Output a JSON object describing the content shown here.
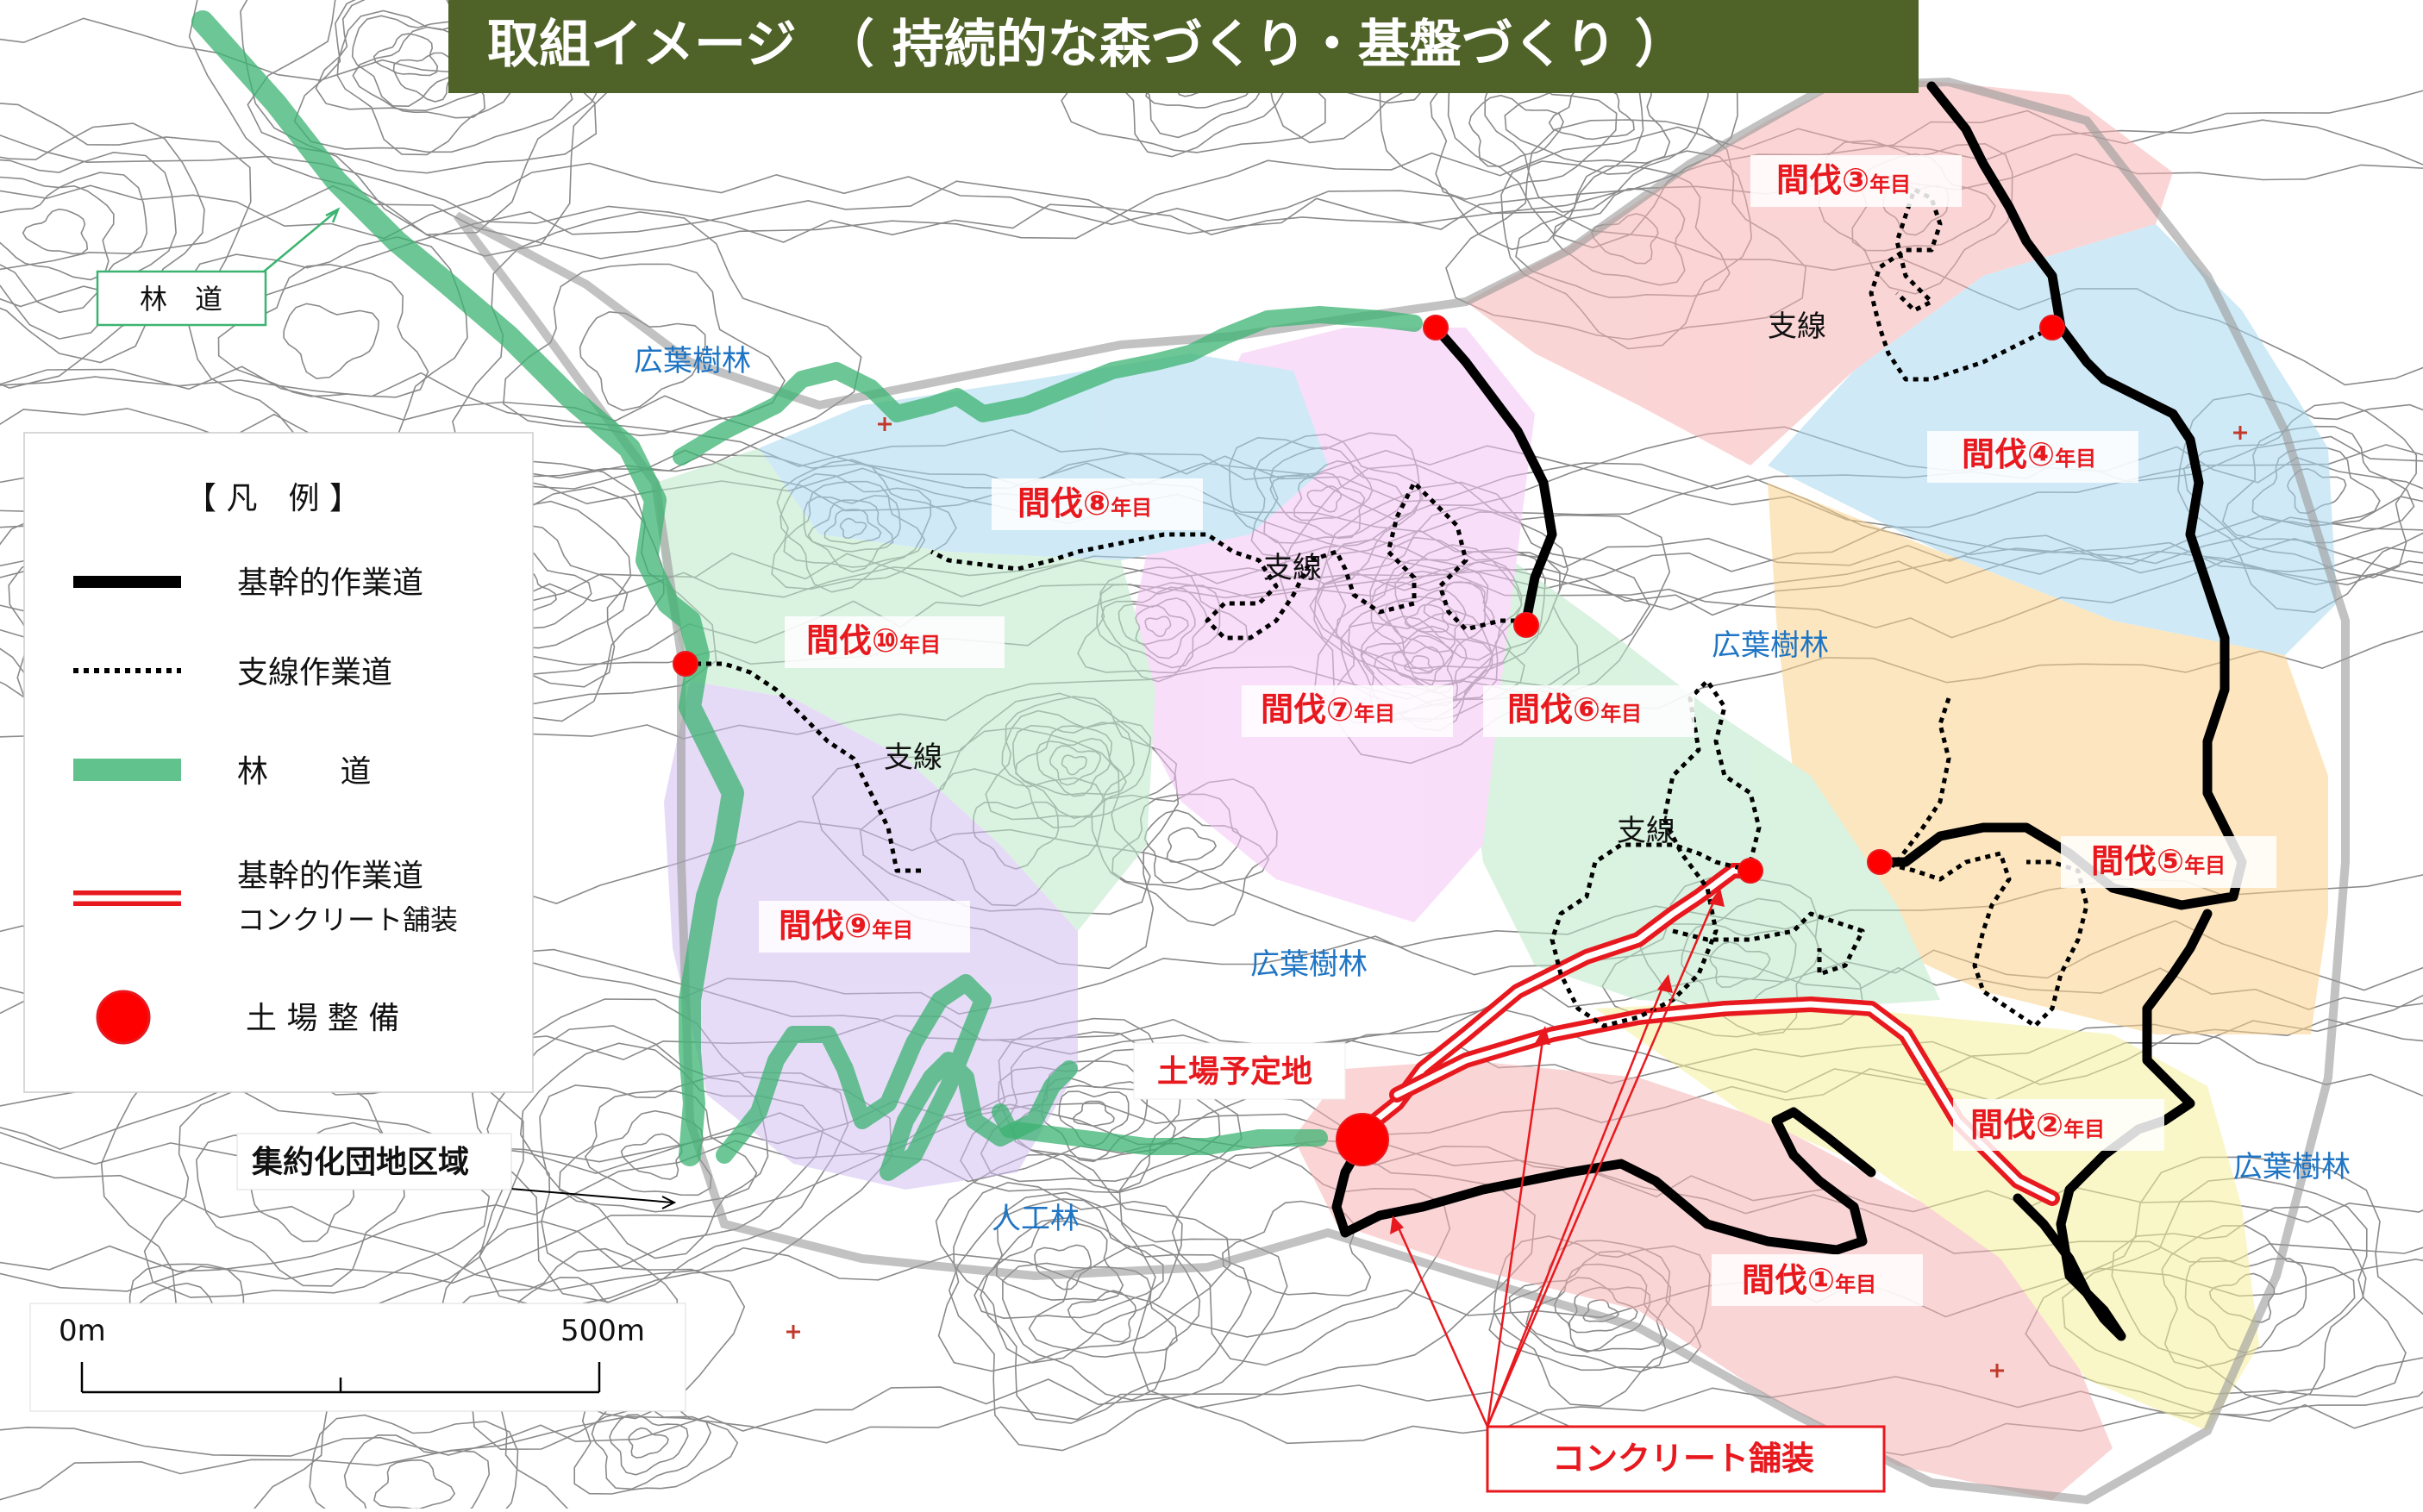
{
  "title": "取組イメージ　（ 持続的な森づくり・基盤づくり ）",
  "legend": {
    "heading": "【 凡　例 】",
    "items": [
      {
        "label": "基幹的作業道"
      },
      {
        "label": "支線作業道"
      },
      {
        "label": "林　　 道"
      },
      {
        "label": "基幹的作業道",
        "sub": "コンクリート舗装"
      },
      {
        "label": "土 場 整 備"
      }
    ]
  },
  "labels": {
    "rindo": "林　道",
    "shuyaku": "集約化団地区域",
    "doba_yotei": "土場予定地",
    "concrete": "コンクリート舗装"
  },
  "thinning": [
    {
      "label": "間伐①",
      "suffix": "年目"
    },
    {
      "label": "間伐②",
      "suffix": "年目"
    },
    {
      "label": "間伐③",
      "suffix": "年目"
    },
    {
      "label": "間伐④",
      "suffix": "年目"
    },
    {
      "label": "間伐⑤",
      "suffix": "年目"
    },
    {
      "label": "間伐⑥",
      "suffix": "年目"
    },
    {
      "label": "間伐⑦",
      "suffix": "年目"
    },
    {
      "label": "間伐⑧",
      "suffix": "年目"
    },
    {
      "label": "間伐⑨",
      "suffix": "年目"
    },
    {
      "label": "間伐⑩",
      "suffix": "年目"
    }
  ],
  "forest": {
    "broadleaf": "広葉樹林",
    "artificial": "人工林"
  },
  "branch_label": "支線",
  "scale": {
    "start": "0m",
    "end": "500m"
  },
  "colors": {
    "title_bg": "#4f6228",
    "rindo_green": "#3cb371",
    "doba_red": "#ff0000",
    "label_red": "#e8191e",
    "label_blue": "#1f75c4"
  }
}
